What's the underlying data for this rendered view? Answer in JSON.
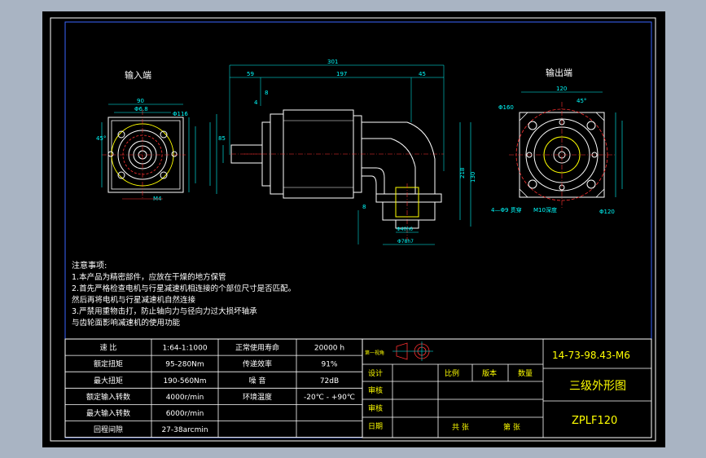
{
  "views": {
    "input_end_label": "输入端",
    "output_end_label": "输出端"
  },
  "dimensions": {
    "overall_length": "301",
    "seg_a": "59",
    "seg_b": "197",
    "seg_c": "45",
    "in_width": "90",
    "in_pcd": "Φ6.8",
    "in_bolt": "Φ116",
    "in_angle": "45°",
    "in_hole": "M4",
    "out_width": "120",
    "out_angle": "45°",
    "out_pcd": "Φ160",
    "out_small": "Φ120",
    "out_bolt_note": "4—Φ9 贯穿",
    "out_thread": "M10深度",
    "side_small1": "8",
    "side_small2": "4",
    "side_small3": "85",
    "side_small4": "8",
    "side_shaft": "Φ40h6",
    "side_base": "Φ78h7",
    "side_vert": "218",
    "side_vert2": "130"
  },
  "notes": {
    "title": "注意事项:",
    "lines": [
      "1.本产品为精密部件，应放在干燥的地方保管",
      "2.首先严格检查电机与行星减速机相连接的个部位尺寸是否匹配。",
      "然后再将电机与行星减速机自然连接",
      "3.严禁用重物击打，防止轴向力与径向力过大损坏轴承",
      "与齿轮面影响减速机的使用功能"
    ]
  },
  "spec_table": {
    "rows": [
      {
        "label": "速 比",
        "value": "1:64-1:1000",
        "label2": "正常使用寿命",
        "value2": "20000 h"
      },
      {
        "label": "额定扭矩",
        "value": "95-280Nm",
        "label2": "传递效率",
        "value2": "91%"
      },
      {
        "label": "最大扭矩",
        "value": "190-560Nm",
        "label2": "噪 音",
        "value2": "72dB"
      },
      {
        "label": "额定输入转数",
        "value": "4000r/min",
        "label2": "环境温度",
        "value2": "-20℃ - +90℃"
      },
      {
        "label": "最大输入转数",
        "value": "6000r/min",
        "label2": "",
        "value2": ""
      },
      {
        "label": "回程间隙",
        "value": "27-38arcmin",
        "label2": "",
        "value2": ""
      }
    ]
  },
  "title_block": {
    "projection_label": "第一视角",
    "drawing_number": "14-73-98.43-M6",
    "drawing_title": "三级外形图",
    "model": "ZPLF120",
    "design": "设计",
    "check": "审核",
    "approve": "审核",
    "date": "日期",
    "scale": "比例",
    "version": "版本",
    "quantity": "数量",
    "total_sheets": "共   张",
    "sheet_no": "第   张"
  },
  "colors": {
    "background": "#000000",
    "page": "#a9b4c3",
    "frame": "#ffffff",
    "outline": "#ffffff",
    "dimension": "#00ffff",
    "text_yellow": "#ffff00",
    "hidden_red": "#ff0000",
    "border_blue": "#0000ff",
    "title_green": "#00ff00"
  }
}
